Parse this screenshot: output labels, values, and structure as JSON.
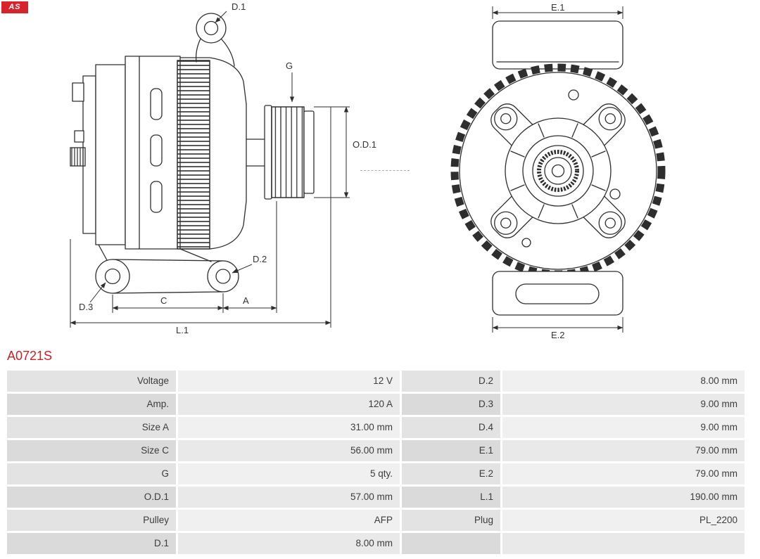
{
  "logo": {
    "text": "AS"
  },
  "part_number": "A0721S",
  "accent_color": "#cc2027",
  "diagram": {
    "labels": {
      "d1": "D.1",
      "g": "G",
      "od1": "O.D.1",
      "d2": "D.2",
      "d3": "D.3",
      "c": "C",
      "a": "A",
      "l1": "L.1",
      "e1": "E.1",
      "e2": "E.2"
    }
  },
  "table": {
    "rows": [
      {
        "l_label": "Voltage",
        "l_value": "12 V",
        "r_label": "D.2",
        "r_value": "8.00 mm"
      },
      {
        "l_label": "Amp.",
        "l_value": "120 A",
        "r_label": "D.3",
        "r_value": "9.00 mm"
      },
      {
        "l_label": "Size A",
        "l_value": "31.00 mm",
        "r_label": "D.4",
        "r_value": "9.00 mm"
      },
      {
        "l_label": "Size C",
        "l_value": "56.00 mm",
        "r_label": "E.1",
        "r_value": "79.00 mm"
      },
      {
        "l_label": "G",
        "l_value": "5 qty.",
        "r_label": "E.2",
        "r_value": "79.00 mm"
      },
      {
        "l_label": "O.D.1",
        "l_value": "57.00 mm",
        "r_label": "L.1",
        "r_value": "190.00 mm"
      },
      {
        "l_label": "Pulley",
        "l_value": "AFP",
        "r_label": "Plug",
        "r_value": "PL_2200"
      },
      {
        "l_label": "D.1",
        "l_value": "8.00 mm",
        "r_label": "",
        "r_value": ""
      }
    ]
  }
}
